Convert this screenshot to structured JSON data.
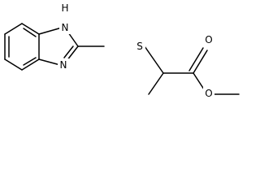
{
  "structure": {
    "atoms": {
      "nh_label": "H",
      "nh_n_label": "N",
      "imine_n_label": "N",
      "sulfur_label": "S",
      "carbonyl_o_label": "O",
      "ester_o_label": "O"
    }
  }
}
